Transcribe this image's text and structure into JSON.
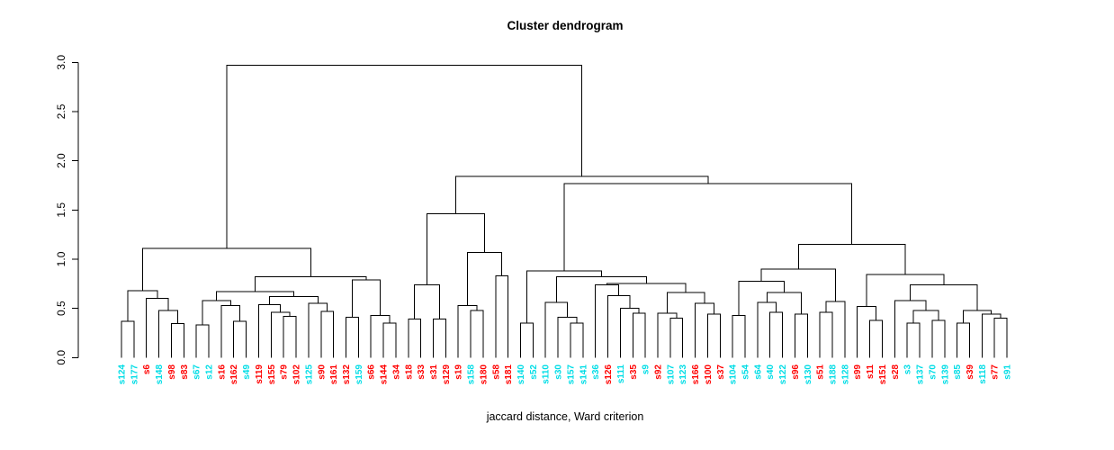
{
  "title": "Cluster dendrogram",
  "xlabel": "jaccard distance, Ward criterion",
  "chart_data": {
    "type": "dendrogram",
    "ylim": [
      0,
      3
    ],
    "yticks": [
      "0.0",
      "0.5",
      "1.0",
      "1.5",
      "2.0",
      "2.5",
      "3.0"
    ],
    "grid": false,
    "legend_position": "none",
    "colors": {
      "c": "#00dde6",
      "r": "#ff0000",
      "line": "#000000"
    },
    "leaves": [
      [
        "s124",
        "c"
      ],
      [
        "s177",
        "c"
      ],
      [
        "s6",
        "r"
      ],
      [
        "s148",
        "c"
      ],
      [
        "s98",
        "r"
      ],
      [
        "s83",
        "r"
      ],
      [
        "s67",
        "c"
      ],
      [
        "s12",
        "c"
      ],
      [
        "s16",
        "r"
      ],
      [
        "s162",
        "r"
      ],
      [
        "s49",
        "c"
      ],
      [
        "s119",
        "r"
      ],
      [
        "s155",
        "r"
      ],
      [
        "s79",
        "r"
      ],
      [
        "s102",
        "r"
      ],
      [
        "s125",
        "c"
      ],
      [
        "s90",
        "r"
      ],
      [
        "s161",
        "r"
      ],
      [
        "s132",
        "r"
      ],
      [
        "s159",
        "c"
      ],
      [
        "s66",
        "r"
      ],
      [
        "s144",
        "r"
      ],
      [
        "s34",
        "r"
      ],
      [
        "s18",
        "r"
      ],
      [
        "s33",
        "r"
      ],
      [
        "s31",
        "r"
      ],
      [
        "s129",
        "r"
      ],
      [
        "s19",
        "r"
      ],
      [
        "s158",
        "c"
      ],
      [
        "s180",
        "r"
      ],
      [
        "s58",
        "r"
      ],
      [
        "s181",
        "r"
      ],
      [
        "s140",
        "c"
      ],
      [
        "s52",
        "c"
      ],
      [
        "s110",
        "c"
      ],
      [
        "s30",
        "c"
      ],
      [
        "s157",
        "c"
      ],
      [
        "s141",
        "c"
      ],
      [
        "s36",
        "c"
      ],
      [
        "s126",
        "r"
      ],
      [
        "s111",
        "c"
      ],
      [
        "s35",
        "r"
      ],
      [
        "s9",
        "c"
      ],
      [
        "s92",
        "r"
      ],
      [
        "s107",
        "c"
      ],
      [
        "s123",
        "c"
      ],
      [
        "s166",
        "r"
      ],
      [
        "s100",
        "r"
      ],
      [
        "s37",
        "r"
      ],
      [
        "s104",
        "c"
      ],
      [
        "s54",
        "c"
      ],
      [
        "s64",
        "c"
      ],
      [
        "s40",
        "c"
      ],
      [
        "s122",
        "c"
      ],
      [
        "s96",
        "r"
      ],
      [
        "s130",
        "c"
      ],
      [
        "s51",
        "r"
      ],
      [
        "s188",
        "c"
      ],
      [
        "s128",
        "c"
      ],
      [
        "s99",
        "r"
      ],
      [
        "s11",
        "r"
      ],
      [
        "s151",
        "r"
      ],
      [
        "s28",
        "r"
      ],
      [
        "s3",
        "c"
      ],
      [
        "s137",
        "c"
      ],
      [
        "s70",
        "c"
      ],
      [
        "s139",
        "c"
      ],
      [
        "s85",
        "c"
      ],
      [
        "s39",
        "r"
      ],
      [
        "s118",
        "c"
      ],
      [
        "s77",
        "r"
      ],
      [
        "s91",
        "c"
      ]
    ],
    "merges": [
      [
        "l0",
        "l1",
        0.37
      ],
      [
        "l4",
        "l5",
        0.345
      ],
      [
        "l3",
        "n1",
        0.48
      ],
      [
        "l2",
        "n2",
        0.6
      ],
      [
        "n0",
        "n3",
        0.68
      ],
      [
        "l6",
        "l7",
        0.33
      ],
      [
        "l9",
        "l10",
        0.37
      ],
      [
        "l8",
        "n6",
        0.53
      ],
      [
        "n5",
        "n7",
        0.58
      ],
      [
        "l13",
        "l14",
        0.42
      ],
      [
        "l12",
        "n9",
        0.46
      ],
      [
        "l11",
        "n10",
        0.54
      ],
      [
        "l16",
        "l17",
        0.47
      ],
      [
        "l15",
        "n12",
        0.55
      ],
      [
        "n11",
        "n13",
        0.62
      ],
      [
        "n8",
        "n14",
        0.67
      ],
      [
        "l18",
        "l19",
        0.41
      ],
      [
        "l21",
        "l22",
        0.35
      ],
      [
        "l20",
        "n17",
        0.43
      ],
      [
        "n16",
        "n18",
        0.79
      ],
      [
        "n15",
        "n19",
        0.82
      ],
      [
        "n4",
        "n20",
        1.11
      ],
      [
        "l23",
        "l24",
        0.39
      ],
      [
        "l25",
        "l26",
        0.39
      ],
      [
        "n22",
        "n23",
        0.74
      ],
      [
        "l28",
        "l29",
        0.48
      ],
      [
        "l27",
        "n25",
        0.53
      ],
      [
        "l30",
        "l31",
        0.83
      ],
      [
        "n26",
        "n27",
        1.07
      ],
      [
        "n24",
        "n28",
        1.46
      ],
      [
        "l32",
        "l33",
        0.35
      ],
      [
        "l36",
        "l37",
        0.35
      ],
      [
        "l35",
        "n31",
        0.41
      ],
      [
        "l34",
        "n32",
        0.56
      ],
      [
        "l41",
        "l42",
        0.45
      ],
      [
        "l40",
        "n34",
        0.5
      ],
      [
        "l39",
        "n35",
        0.63
      ],
      [
        "l38",
        "n36",
        0.74
      ],
      [
        "l44",
        "l45",
        0.4
      ],
      [
        "l43",
        "n38",
        0.45
      ],
      [
        "l47",
        "l48",
        0.44
      ],
      [
        "l46",
        "n40",
        0.55
      ],
      [
        "n39",
        "n41",
        0.66
      ],
      [
        "n37",
        "n42",
        0.755
      ],
      [
        "n33",
        "n43",
        0.82
      ],
      [
        "n30",
        "n44",
        0.88
      ],
      [
        "l49",
        "l50",
        0.43
      ],
      [
        "l52",
        "l53",
        0.46
      ],
      [
        "l51",
        "n47",
        0.56
      ],
      [
        "l54",
        "l55",
        0.44
      ],
      [
        "n48",
        "n49",
        0.66
      ],
      [
        "n46",
        "n50",
        0.774
      ],
      [
        "l56",
        "l57",
        0.46
      ],
      [
        "n52",
        "l58",
        0.57
      ],
      [
        "n51",
        "n53",
        0.9
      ],
      [
        "l60",
        "l61",
        0.38
      ],
      [
        "l59",
        "n55",
        0.52
      ],
      [
        "l63",
        "l64",
        0.35
      ],
      [
        "l65",
        "l66",
        0.38
      ],
      [
        "n57",
        "n58",
        0.48
      ],
      [
        "l62",
        "n59",
        0.58
      ],
      [
        "l67",
        "l68",
        0.35
      ],
      [
        "l70",
        "l71",
        0.4
      ],
      [
        "l69",
        "n62",
        0.44
      ],
      [
        "n61",
        "n63",
        0.48
      ],
      [
        "n60",
        "n64",
        0.74
      ],
      [
        "n56",
        "n65",
        0.843
      ],
      [
        "n54",
        "n66",
        1.15
      ],
      [
        "n45",
        "n67",
        1.77
      ],
      [
        "n29",
        "n68",
        1.84
      ],
      [
        "n21",
        "n69",
        2.97
      ]
    ]
  }
}
